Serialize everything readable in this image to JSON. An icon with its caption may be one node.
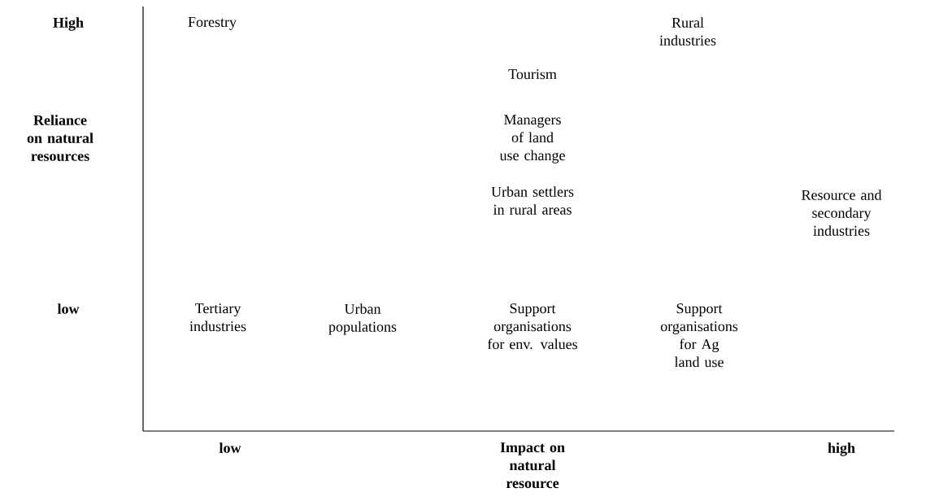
{
  "diagram": {
    "labels": [
      "High",
      "Forestry",
      "Rural industries",
      "Tourism",
      "Reliance on natural resources",
      "Managers of land use change",
      "Urban settlers in rural areas",
      "Resource and secondary industries",
      "low",
      "Tertiary industries",
      "Urban populations",
      "Support organisations for env.  values",
      "Support organisations for Ag land use",
      "low",
      "Impact on natural resource",
      "high"
    ]
  }
}
